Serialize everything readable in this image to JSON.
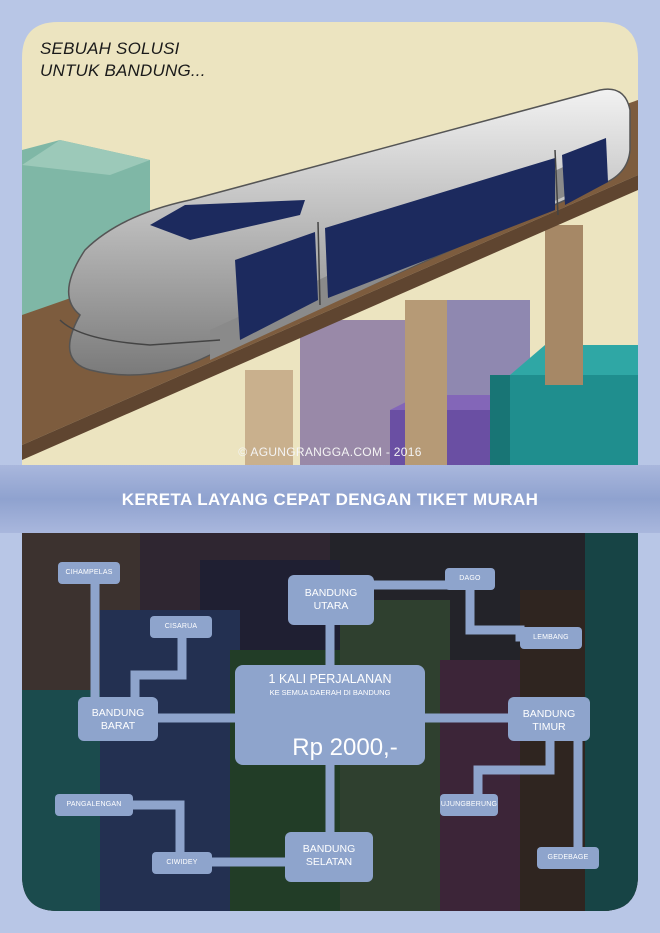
{
  "headline": {
    "line1": "SEBUAH SOLUSI",
    "line2": "UNTUK BANDUNG..."
  },
  "credit": "© AGUNGRANGGA.COM - 2016",
  "banner": "KERETA LAYANG CEPAT DENGAN TIKET MURAH",
  "diagram": {
    "center": {
      "line1": "1 KALI PERJALANAN",
      "line2": "KE SEMUA DAERAH DI BANDUNG",
      "price": "Rp 2000,-"
    },
    "nodes": {
      "cihampelas": "CIHAMPELAS",
      "cisarua": "CISARUA",
      "bandung_utara_1": "BANDUNG",
      "bandung_utara_2": "UTARA",
      "dago": "DAGO",
      "lembang": "LEMBANG",
      "bandung_barat_1": "BANDUNG",
      "bandung_barat_2": "BARAT",
      "bandung_timur_1": "BANDUNG",
      "bandung_timur_2": "TIMUR",
      "pangalengan": "PANGALENGAN",
      "ciwidey": "CIWIDEY",
      "bandung_selatan_1": "BANDUNG",
      "bandung_selatan_2": "SELATAN",
      "ujungberung": "UJUNGBERUNG",
      "gedebage": "GEDEBAGE"
    }
  },
  "colors": {
    "sky": "#ece4c0",
    "frame": "#b8c6e6",
    "track": "#7d5c3e",
    "banner": "#98aad3",
    "node": "#8ea4cc",
    "train_window": "#1c2a5e"
  }
}
